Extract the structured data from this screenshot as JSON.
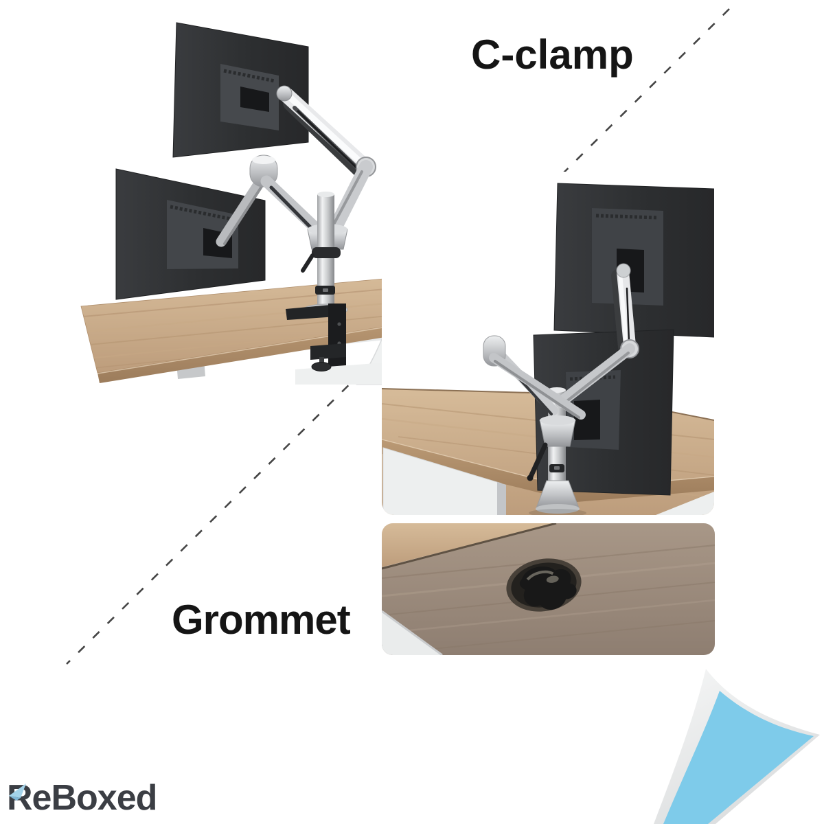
{
  "image": {
    "type": "product-marketing-image",
    "background_color": "#ffffff"
  },
  "labels": {
    "c_clamp": "C-clamp",
    "grommet": "Grommet",
    "label_color": "#151515"
  },
  "brand": {
    "logo_text": "ReBoxed",
    "logo_color": "#3b3e44",
    "logo_fold_color": "#a4d3ea"
  },
  "separator": {
    "style": "diagonal-dashed-line",
    "color": "#454545"
  },
  "page_curl": {
    "blue": "#7ecbea",
    "white": "#ebeced"
  },
  "scenes": {
    "c_clamp_scene": {
      "position": "top-left",
      "shows": "dual monitor gas-spring arm fixed to desk edge with C-clamp, rear view of two monitors"
    },
    "pole_scene": {
      "position": "middle-right",
      "shows": "dual monitor arm on desk pole mount, two monitors stacked, rear view"
    },
    "grommet_scene": {
      "position": "bottom-center",
      "shows": "close-up of grommet hole in desk surface"
    }
  },
  "palette": {
    "desk_wood": "#c9ad8e",
    "desk_wood_edge": "#a98a68",
    "desk_wood_gray": "#9c8b7e",
    "monitor_body": "#303234",
    "arm_silver": "#c9cbce",
    "clamp_black": "#202123"
  }
}
